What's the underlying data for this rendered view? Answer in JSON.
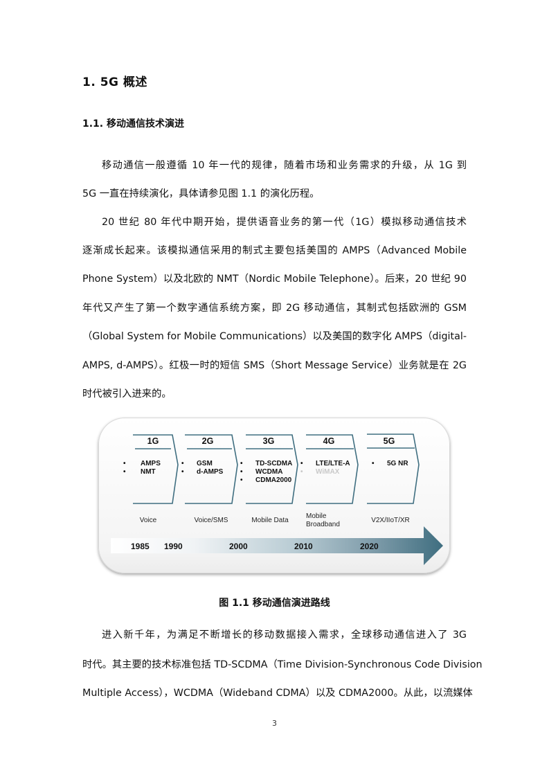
{
  "headings": {
    "h1": "1. 5G 概述",
    "h2": "1.1. 移动通信技术演进"
  },
  "paragraphs": {
    "p1": [
      "移动通信一般遵循 10 年一代的规律，随着市场和业务需求的升级，从 1G 到",
      "5G 一直在持续演化，具体请参见图 1.1 的演化历程。"
    ],
    "p2": [
      "20 世纪 80 年代中期开始，提供语音业务的第一代（1G）模拟移动通信技术",
      "逐渐成长起来。该模拟通信采用的制式主要包括美国的 AMPS（Advanced Mobile",
      "Phone System）以及北欧的 NMT（Nordic Mobile Telephone）。后来，20 世纪 90",
      "年代又产生了第一个数字通信系统方案，即 2G 移动通信，其制式包括欧洲的 GSM",
      "（Global System for Mobile Communications）以及美国的数字化 AMPS（digital-",
      "AMPS, d-AMPS）。红极一时的短信 SMS（Short Message Service）业务就是在 2G",
      "时代被引入进来的。"
    ],
    "p3": [
      "进入新千年，为满足不断增长的移动数据接入需求，全球移动通信进入了 3G",
      "时代。其主要的技术标准包括 TD-SCDMA（Time Division-Synchronous Code Division",
      "Multiple Access），WCDMA（Wideband CDMA）以及 CDMA2000。从此，以流媒体"
    ]
  },
  "figure": {
    "caption": "图 1.1 移动通信演进路线",
    "generations": [
      {
        "title": "1G",
        "techs": [
          "AMPS",
          "NMT"
        ],
        "dimmed": [],
        "service": "Voice"
      },
      {
        "title": "2G",
        "techs": [
          "GSM",
          "d-AMPS"
        ],
        "dimmed": [],
        "service": "Voice/SMS"
      },
      {
        "title": "3G",
        "techs": [
          "TD-SCDMA",
          "WCDMA",
          "CDMA2000"
        ],
        "dimmed": [],
        "service": "Mobile Data"
      },
      {
        "title": "4G",
        "techs": [
          "LTE/LTE-A",
          "WiMAX"
        ],
        "dimmed": [
          "WiMAX"
        ],
        "service": "Mobile Broadband"
      },
      {
        "title": "5G",
        "techs": [
          "5G NR"
        ],
        "dimmed": [],
        "service": "V2X/IIoT/XR"
      }
    ],
    "service_lines": {
      "g4": [
        "Mobile",
        "Broadband"
      ]
    },
    "years": [
      "1985",
      "1990",
      "2000",
      "2010",
      "2020"
    ],
    "colors": {
      "chevron_stroke": "#3f6e80",
      "arrow_dark": "#3f6e80",
      "dimmed_text": "#c8c8c8"
    }
  },
  "page_number": "3"
}
